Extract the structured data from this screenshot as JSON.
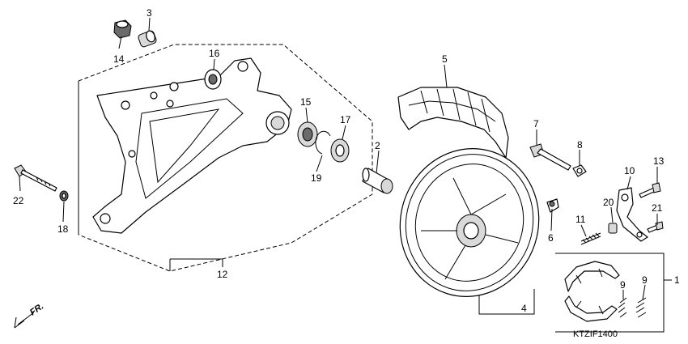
{
  "callouts": {
    "n1": "1",
    "n2": "2",
    "n3": "3",
    "n4": "4",
    "n5": "5",
    "n6": "6",
    "n7": "7",
    "n8": "8",
    "n9a": "9",
    "n9b": "9",
    "n10": "10",
    "n11": "11",
    "n12": "12",
    "n13": "13",
    "n14": "14",
    "n15": "15",
    "n16": "16",
    "n17": "17",
    "n18": "18",
    "n19": "19",
    "n20": "20",
    "n21": "21",
    "n22": "22"
  },
  "diagram_code": "KTZIF1400",
  "direction_label": "FR."
}
